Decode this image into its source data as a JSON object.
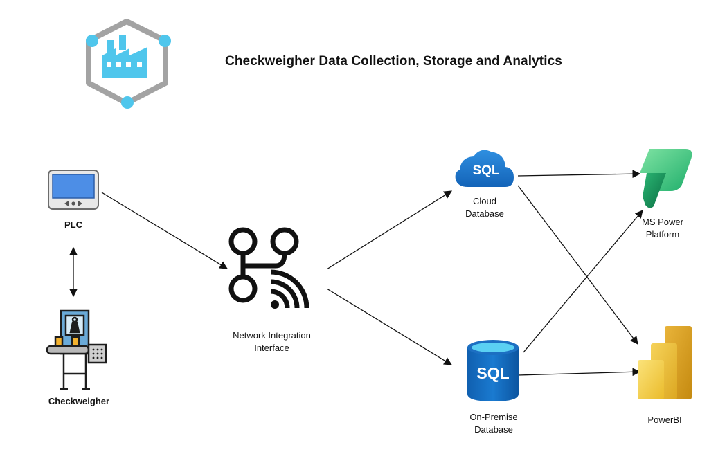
{
  "diagram": {
    "title": "Checkweigher Data Collection, Storage and Analytics",
    "nodes": {
      "plc": {
        "label": "PLC",
        "icon": "plc-device-icon"
      },
      "checkweigher": {
        "label": "Checkweigher",
        "icon": "checkweigher-machine-icon"
      },
      "network": {
        "label": "Network Integration\nInterface",
        "icon": "network-wireless-icon"
      },
      "cloud_db": {
        "label": "Cloud\nDatabase",
        "icon": "sql-cloud-icon",
        "icon_text": "SQL"
      },
      "onprem_db": {
        "label": "On-Premise\nDatabase",
        "icon": "sql-database-icon",
        "icon_text": "SQL"
      },
      "power_platform": {
        "label": "MS Power\nPlatform",
        "icon": "power-platform-icon"
      },
      "powerbi": {
        "label": "PowerBI",
        "icon": "powerbi-icon"
      }
    },
    "edges": [
      {
        "from": "plc",
        "to": "checkweigher",
        "direction": "bidirectional"
      },
      {
        "from": "plc",
        "to": "network"
      },
      {
        "from": "network",
        "to": "cloud_db"
      },
      {
        "from": "network",
        "to": "onprem_db"
      },
      {
        "from": "cloud_db",
        "to": "power_platform"
      },
      {
        "from": "cloud_db",
        "to": "powerbi"
      },
      {
        "from": "onprem_db",
        "to": "power_platform"
      },
      {
        "from": "onprem_db",
        "to": "powerbi"
      }
    ],
    "logo": "factory-hexagon-icon",
    "colors": {
      "azure_blue": "#0078d4",
      "light_blue": "#50c8ee",
      "hex_gray": "#9a9a9a",
      "powerbi_yellow": "#f2c811",
      "power_green": "#1fae6b"
    }
  }
}
